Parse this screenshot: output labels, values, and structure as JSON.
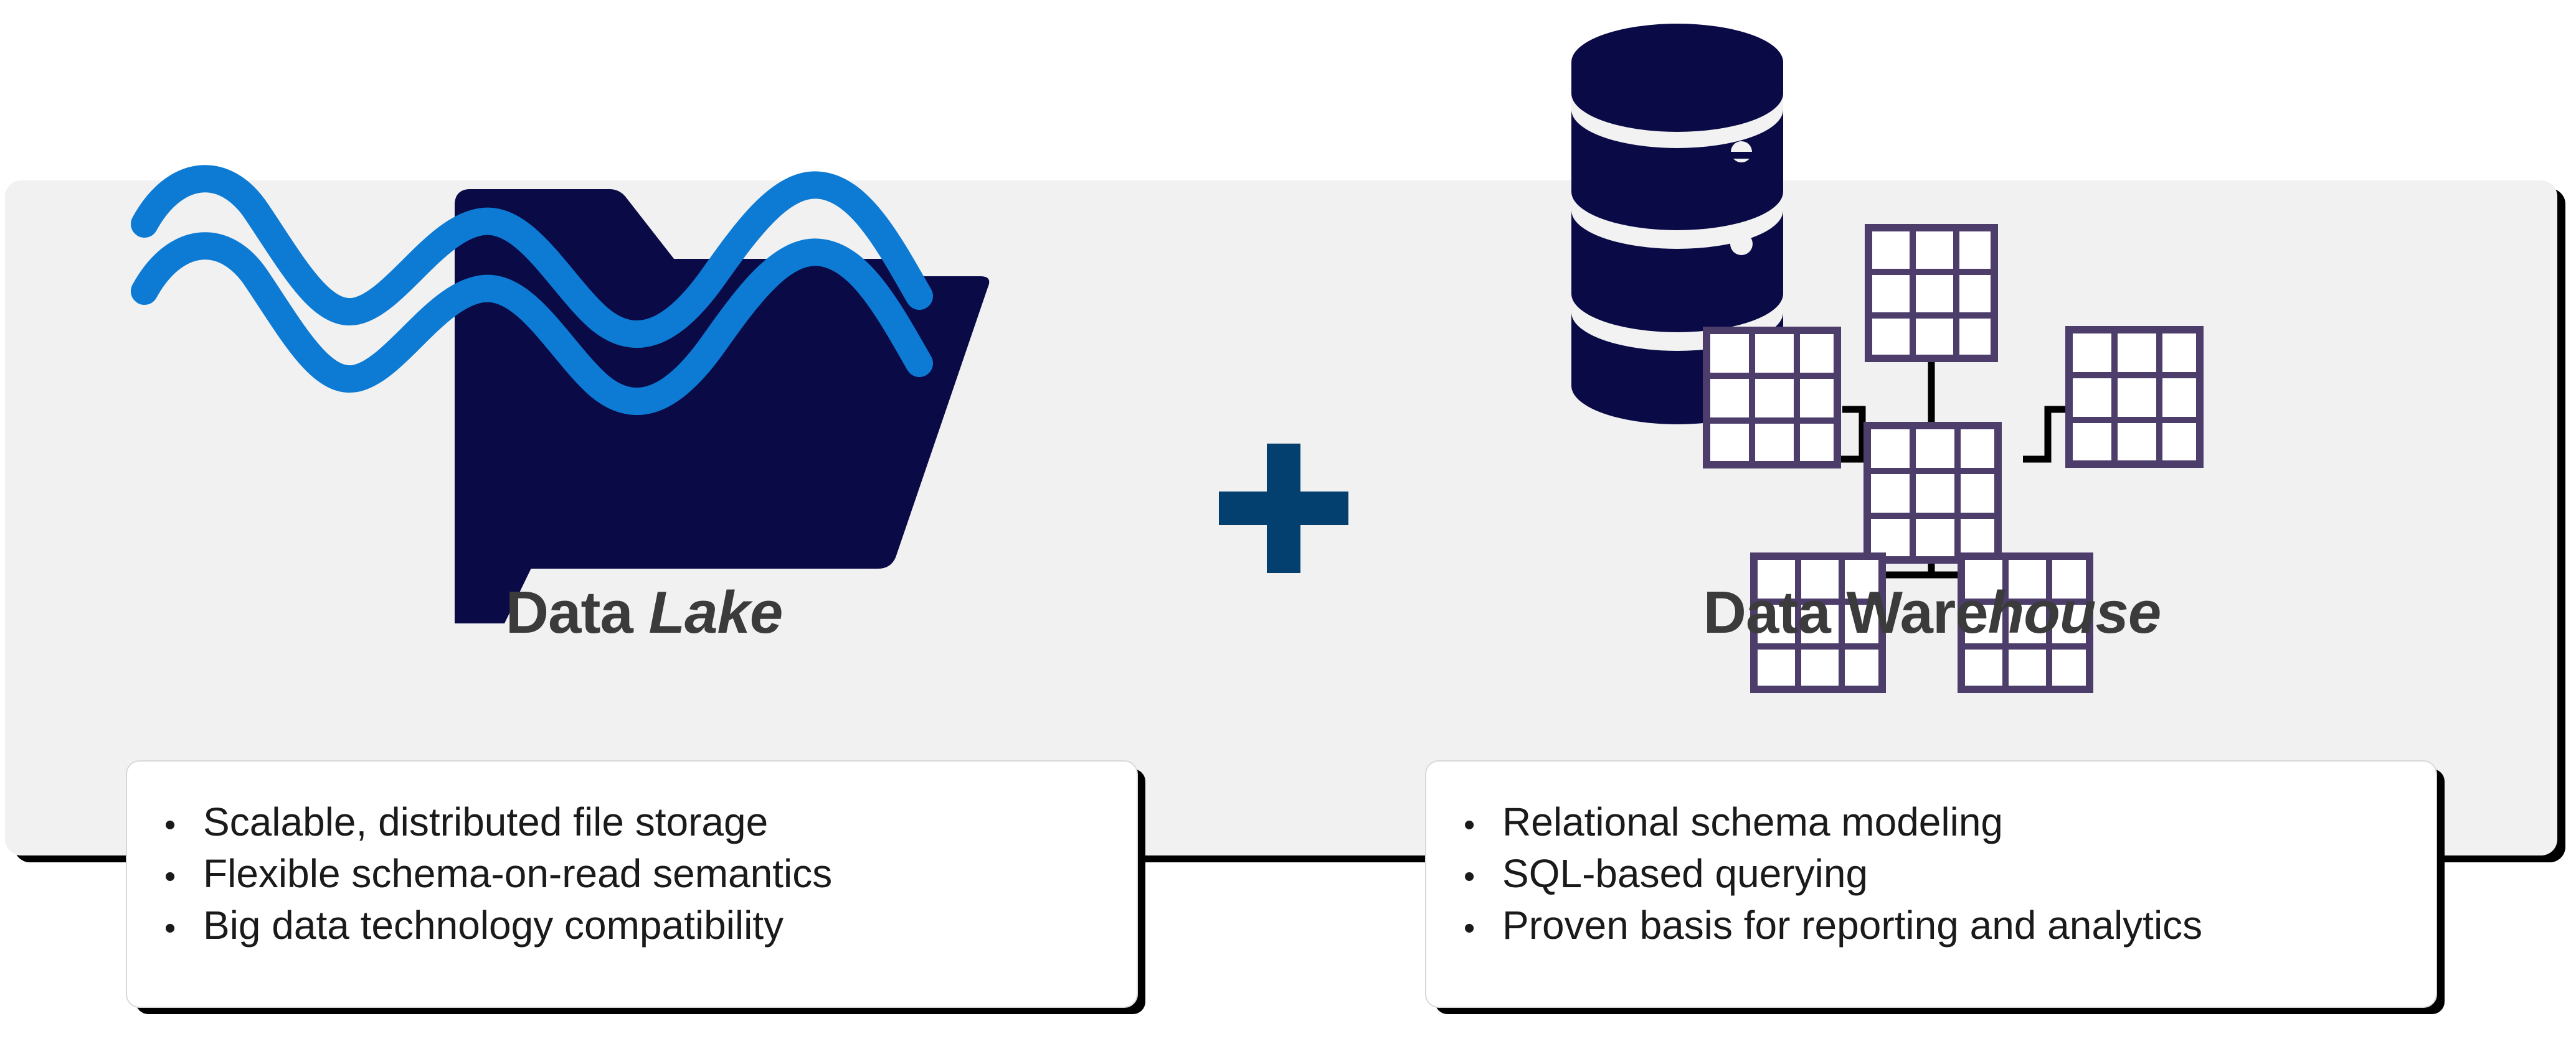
{
  "colors": {
    "panel_bg": "#F1F1F1",
    "page_bg": "#FFFFFF",
    "icon_navy": "#0A0A47",
    "wave_blue": "#0D7BD4",
    "plus_blue": "#04406F",
    "table_purple": "#4C3D6B",
    "title_gray": "#3B3B3B",
    "card_bg": "#FFFFFF",
    "shadow_black": "#000000"
  },
  "center": {
    "operator": "+",
    "operator_icon": "plus-icon"
  },
  "lake": {
    "icon_name": "data-lake-folder-waves-icon",
    "title_regular": "Data ",
    "title_italic": "Lake",
    "bullet_glyph": "•",
    "bullets": [
      "Scalable, distributed file storage",
      "Flexible schema-on-read semantics",
      "Big data technology compatibility"
    ]
  },
  "warehouse": {
    "icon_name": "data-warehouse-database-schema-icon",
    "title_regular": "Data Ware",
    "title_italic": "house",
    "bullet_glyph": "•",
    "bullets": [
      "Relational schema modeling",
      "SQL-based querying",
      "Proven basis for reporting and analytics"
    ]
  }
}
